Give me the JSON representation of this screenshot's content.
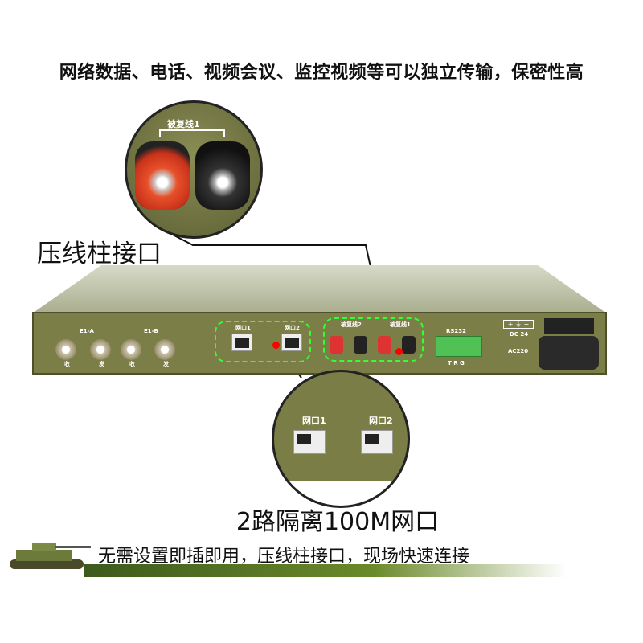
{
  "headline": "网络数据、电话、视频会议、监控视频等可以独立传输，保密性高",
  "callout_binding_post": {
    "title": "压线柱接口",
    "inset_label": "被复线1"
  },
  "callout_network": {
    "title": "2路隔离100M网口",
    "port1": "网口1",
    "port2": "网口2"
  },
  "device": {
    "e1a": "E1-A",
    "e1b": "E1-B",
    "rx": "收",
    "tx": "发",
    "net1": "网口1",
    "net2": "网口2",
    "line2": "被复线2",
    "line1": "被复线1",
    "rs232": "RS232",
    "rs232_pins": "T  R  G",
    "dc": "DC 24",
    "dc_symbols": "+ ⏚ −",
    "ac": "AC220"
  },
  "tagline": "无需设置即插即用，压线柱接口，现场快速连接",
  "colors": {
    "panel": "#7b7e46",
    "dashed": "#33ff33",
    "accent": "#ff0000"
  }
}
